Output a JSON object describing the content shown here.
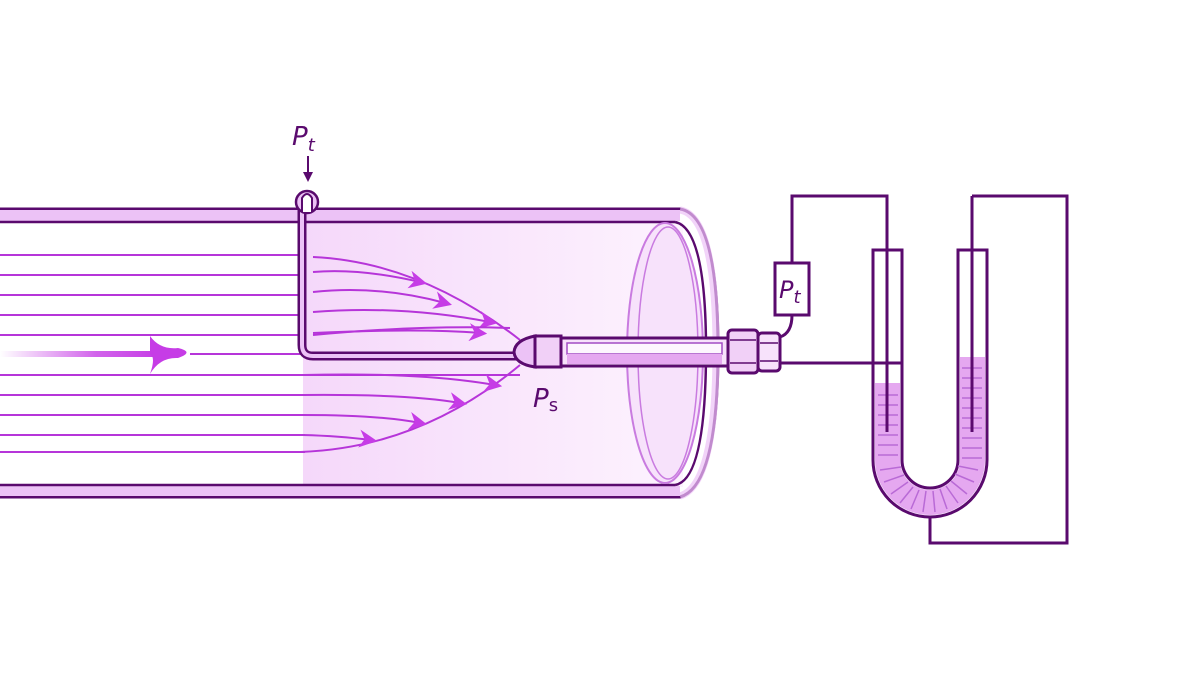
{
  "title": "Pitot-static tube measurement in a pipe with U-tube manometer",
  "labels": {
    "total_pressure_top": {
      "main": "P",
      "sub": "t"
    },
    "static_pressure": {
      "main": "P",
      "sub": "s"
    },
    "total_pressure_box": {
      "main": "P",
      "sub": "t"
    }
  },
  "components": {
    "pipe": "pipe-cross-section",
    "flow_arrow": "flow-direction-arrow",
    "streamlines": "streamlines",
    "pitot_probe": "pitot-static-probe",
    "fittings": "compression-fittings",
    "pressure_box": "total-pressure-transducer",
    "manometer": "u-tube-manometer"
  },
  "colors": {
    "outline": "#5a0a6e",
    "accent": "#c63ce6",
    "pipe_wall_fill": "#ecc2f6",
    "fluid_fill": "#e5a8f0",
    "pipe_interior": "#fbeefd"
  }
}
